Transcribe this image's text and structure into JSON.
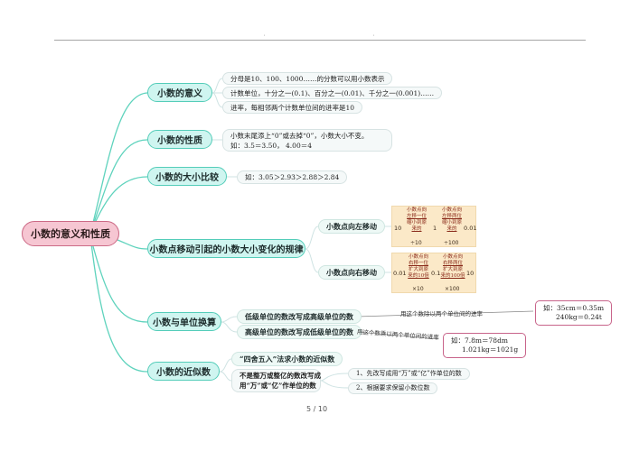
{
  "page": {
    "ticks": [
      "'",
      "'"
    ],
    "pager": "5 / 10"
  },
  "colors": {
    "root_fill": "#f6c6d2",
    "root_border": "#cc6a86",
    "topic_fill": "#cff5f0",
    "topic_border": "#54cdb9",
    "link": "#5fd3bd",
    "note_border": "#c8648a",
    "image_panel": "#fbe9c8"
  },
  "root": {
    "label": "小数的意义和性质"
  },
  "topics": [
    {
      "label": "小数的意义",
      "children": [
        "分母是10、100、1000……的分数可以用小数表示",
        "计数单位，十分之一(0.1)、百分之一(0.01)、千分之一(0.001)……",
        "进率，每相邻两个计数单位间的进率是10"
      ]
    },
    {
      "label": "小数的性质",
      "children": [
        {
          "line1": "小数末尾添上“0”或去掉“0”，小数大小不变。",
          "line2": "如：3.5＝3.50，  4.00＝4"
        }
      ]
    },
    {
      "label": "小数的大小比较",
      "children": [
        "如：3.05＞2.93＞2.88＞2.84"
      ]
    },
    {
      "label": "小数点移动引起的小数大小变化的规律",
      "children": [
        {
          "label": "小数点向左移动",
          "panel": {
            "numbers": [
              "10",
              "1",
              "0.01"
            ],
            "cells": [
              {
                "l1": "小数点向",
                "l2": "左移一位",
                "l3": "缩小到原",
                "l4": "来的",
                "mult": "÷10"
              },
              {
                "l1": "小数点向",
                "l2": "左移两位",
                "l3": "缩小到原",
                "l4": "来的",
                "mult": "÷100"
              }
            ]
          }
        },
        {
          "label": "小数点向右移动",
          "panel": {
            "numbers": [
              "0.01",
              "0.1",
              "10"
            ],
            "cells": [
              {
                "l1": "小数点向",
                "l2": "右移一位",
                "l3": "扩大到原",
                "l4": "来的10倍",
                "mult": "×10"
              },
              {
                "l1": "小数点向",
                "l2": "右移两位",
                "l3": "扩大到原",
                "l4": "来的100倍",
                "mult": "×100"
              }
            ]
          }
        }
      ]
    },
    {
      "label": "小数与单位换算",
      "children": [
        {
          "label": "低级单位的数改写成高级单位的数",
          "edge": "用这个数除以两个单位间的进率",
          "note": {
            "line1": "如：35cm＝0.35m",
            "line2": "240kg＝0.24t"
          }
        },
        {
          "label": "高级单位的数改写成低级单位的数",
          "edge": "用这个数乘以两个单位间的进率",
          "note": {
            "line1": "如：7.8m＝78dm",
            "line2": "1.021kg＝1021g"
          }
        }
      ]
    },
    {
      "label": "小数的近似数",
      "children": [
        {
          "label": "“四舍五入”法求小数的近似数"
        },
        {
          "line1": "不是整万或整亿的数改写成",
          "line2": "用“万”或“亿”作单位的数",
          "children": [
            "1、先改写成用“万”或“亿”作单位的数",
            "2、根据要求保留小数位数"
          ]
        }
      ]
    }
  ]
}
